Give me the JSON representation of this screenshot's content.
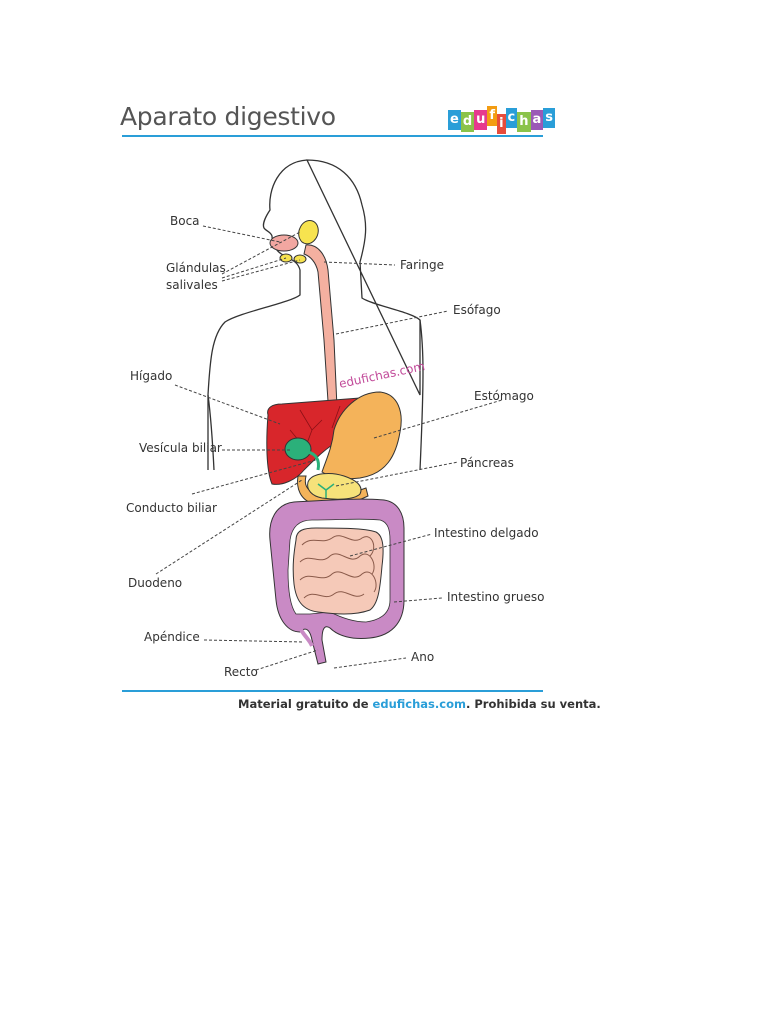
{
  "header": {
    "title": "Aparato digestivo",
    "logo": {
      "letters": [
        "e",
        "d",
        "u",
        "f",
        "i",
        "c",
        "h",
        "a",
        "s"
      ],
      "colors": [
        "#2a9ed8",
        "#8bc34a",
        "#e63a8e",
        "#f39c12",
        "#e74c3c",
        "#2a9ed8",
        "#8bc34a",
        "#9b59b6",
        "#2a9ed8"
      ]
    }
  },
  "diagram": {
    "watermark": "edufichas.com",
    "labels": {
      "boca": "Boca",
      "glandulas_1": "Glándulas",
      "glandulas_2": "salivales",
      "higado": "Hígado",
      "vesicula": "Vesícula biliar",
      "conducto": "Conducto biliar",
      "duodeno": "Duodeno",
      "apendice": "Apéndice",
      "recto": "Recto",
      "faringe": "Faringe",
      "esofago": "Esófago",
      "estomago": "Estómago",
      "pancreas": "Páncreas",
      "intestino_delgado": "Intestino delgado",
      "intestino_grueso": "Intestino grueso",
      "ano": "Ano"
    },
    "colors": {
      "liver": "#d8262b",
      "gallbladder": "#2bb07a",
      "stomach": "#f4b35a",
      "pancreas": "#f6e27a",
      "esophagus": "#f4b0a0",
      "large_intestine": "#c98ac5",
      "small_intestine": "#f5c9b8",
      "salivary": "#f7e34f"
    }
  },
  "footer": {
    "prefix": "Material gratuito de ",
    "brand": "edufichas.com",
    "suffix": ". Prohibida su venta."
  }
}
